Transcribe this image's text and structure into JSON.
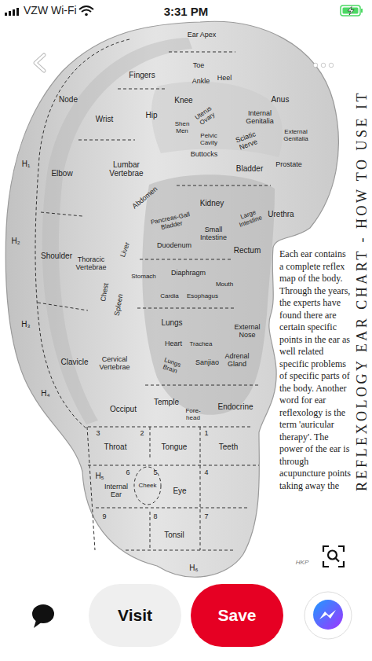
{
  "diagram": {
    "title": "REFLEXOLOGY EAR CHART - HOW TO USE IT",
    "nodes": [
      {
        "text": [
          "Visit"
        ]
      },
      {
        "text": [
          "Save"
        ]
      }
    ],
    "labels": [
      "VZW Wi-Fi",
      "3:31 PM",
      "Ear Apex",
      "Toe",
      "Heel",
      "Ankle",
      "Fingers",
      "Node",
      "Knee",
      "Wrist",
      "Hip",
      "Anus",
      "Uterus Ovary",
      "Shen Men",
      "Internal Genitalia",
      "Pelvic Cavity",
      "External Genitalia",
      "Sciatic Nerve",
      "Prostate",
      "Buttocks",
      "H₁",
      "Elbow",
      "Lumbar Vertebrae",
      "Abdomen",
      "Bladder",
      "Kidney",
      "Urethra",
      "Pancreas-Gall Bladder",
      "Large Intestine",
      "Small Intestine",
      "H₂",
      "Shoulder",
      "Thoracic Vertebrae",
      "Liver",
      "Duodenum",
      "Rectum",
      "Chest",
      "Spleen",
      "Stomach",
      "Diaphragm",
      "Mouth",
      "Cardia",
      "Esophagus",
      "H₃",
      "Lungs",
      "External Nose",
      "Heart",
      "Trachea",
      "Adrenal Gland",
      "Clavicle",
      "Cervical Vertebrae",
      "Lungs Brain",
      "Sanjiao",
      "H₄",
      "Occiput",
      "Temple",
      "Fore-head",
      "Endocrine",
      "3",
      "2",
      "1",
      "Throat",
      "Tongue",
      "Teeth",
      "H₅",
      "6",
      "5",
      "4",
      "Internal Ear",
      "Cheek",
      "Eye",
      "9",
      "8",
      "7",
      "Tonsil",
      "H₆",
      "Each ear contains a complete reflex map of the body. Through the years, the experts have found there are certain specific points in the ear as well related specific problems of specific parts of the body. Another word for ear reflexology is the term 'auricular therapy'. The power of the ear is through acupuncture points taking away the",
      "HKP"
    ]
  }
}
